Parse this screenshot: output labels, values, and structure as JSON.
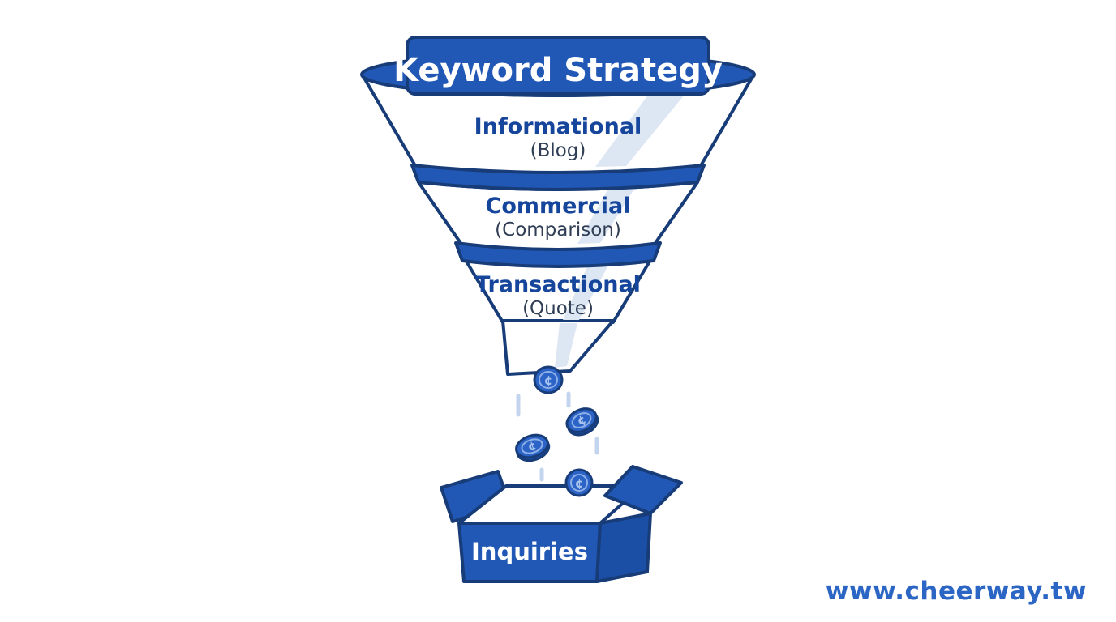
{
  "title": "Keyword Strategy",
  "funnel": {
    "stages": [
      {
        "label": "Informational",
        "sublabel": "(Blog)"
      },
      {
        "label": "Commercial",
        "sublabel": "(Comparison)"
      },
      {
        "label": "Transactional",
        "sublabel": "(Quote)"
      }
    ]
  },
  "coin_symbol": "¢",
  "box": {
    "label": "Inquiries"
  },
  "watermark": "www.cheerway.tw",
  "colors": {
    "primary_blue": "#2157b5",
    "outline_navy": "#173c78",
    "side_blue": "#1b4ea5",
    "label_blue": "#16459c",
    "sublabel_gray": "#2f3e54",
    "coin_blue": "#2b63c6",
    "highlight": "#dde6f3",
    "watermark_blue": "#2c66c4"
  }
}
